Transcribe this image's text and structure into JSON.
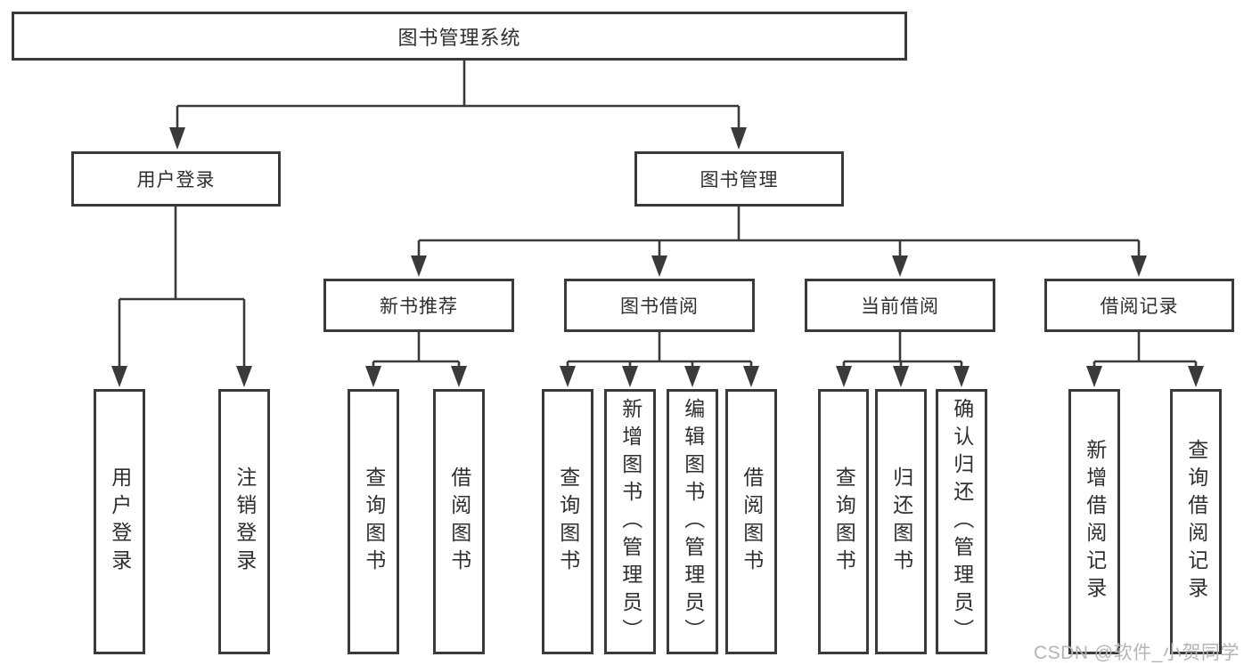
{
  "colors": {
    "line": "#3a3a3a",
    "text": "#2f2f2f",
    "watermark": "#b5b5b5",
    "bg": "#ffffff"
  },
  "tree": {
    "root": {
      "label": "图书管理系统"
    },
    "branches": [
      {
        "label": "用户登录",
        "children": [
          {
            "label": "用户登录"
          },
          {
            "label": "注销登录"
          }
        ]
      },
      {
        "label": "图书管理",
        "children": [
          {
            "label": "新书推荐",
            "children": [
              {
                "label": "查询图书"
              },
              {
                "label": "借阅图书"
              }
            ]
          },
          {
            "label": "图书借阅",
            "children": [
              {
                "label": "查询图书"
              },
              {
                "label": "新增图书（管理员）"
              },
              {
                "label": "编辑图书（管理员）"
              },
              {
                "label": "借阅图书"
              }
            ]
          },
          {
            "label": "当前借阅",
            "children": [
              {
                "label": "查询图书"
              },
              {
                "label": "归还图书"
              },
              {
                "label": "确认归还（管理员）"
              }
            ]
          },
          {
            "label": "借阅记录",
            "children": [
              {
                "label": "新增借阅记录"
              },
              {
                "label": "查询借阅记录"
              }
            ]
          }
        ]
      }
    ]
  },
  "watermark": "CSDN @软件_小贺同学"
}
